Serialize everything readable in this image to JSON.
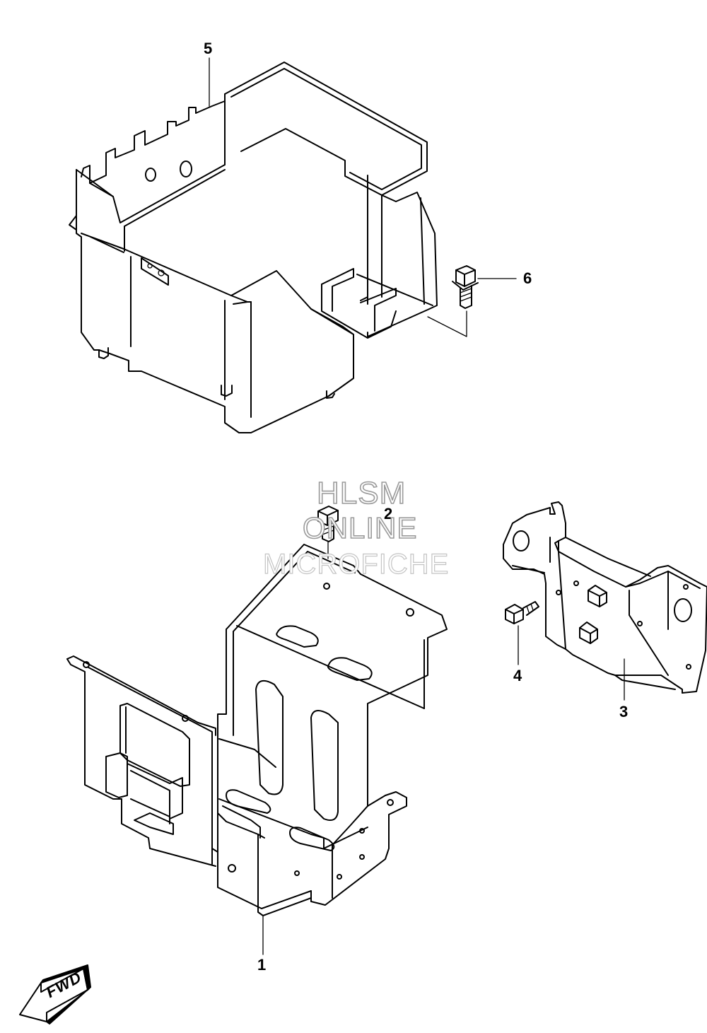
{
  "callouts": [
    {
      "id": "1",
      "label": "1"
    },
    {
      "id": "2",
      "label": "2"
    },
    {
      "id": "3",
      "label": "3"
    },
    {
      "id": "4",
      "label": "4"
    },
    {
      "id": "5",
      "label": "5"
    },
    {
      "id": "6",
      "label": "6"
    }
  ],
  "watermark": {
    "line1": "HLSM",
    "line2": "ONLINE",
    "line3": "MICROFICHE"
  },
  "fwd_arrow": {
    "label": "FWD"
  }
}
